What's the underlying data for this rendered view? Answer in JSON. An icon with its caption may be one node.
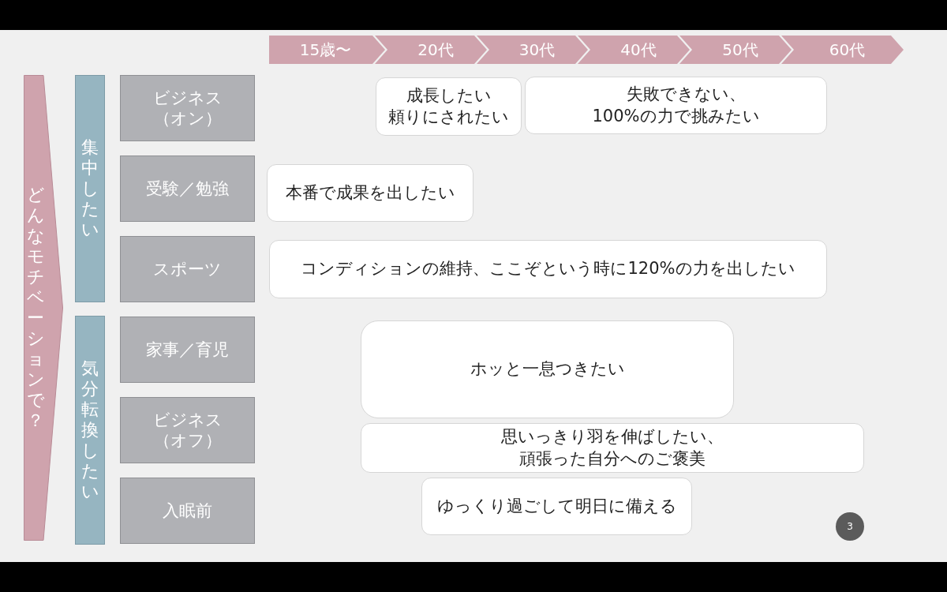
{
  "diagram": {
    "nodes": [
      {
        "text": [
          "15歳〜"
        ]
      },
      {
        "text": [
          "20代"
        ]
      },
      {
        "text": [
          "30代"
        ]
      },
      {
        "text": [
          "40代"
        ]
      },
      {
        "text": [
          "50代"
        ]
      },
      {
        "text": [
          "60代"
        ]
      },
      {
        "text": [
          "どんなモチベーションで？"
        ]
      },
      {
        "text": [
          "集中したい"
        ]
      },
      {
        "text": [
          "ビジネス（オン）"
        ]
      },
      {
        "text": [
          "受験／勉強"
        ]
      },
      {
        "text": [
          "スポーツ"
        ]
      },
      {
        "text": [
          "気分転換したい"
        ]
      },
      {
        "text": [
          "家事／育児"
        ]
      },
      {
        "text": [
          "ビジネス（オフ）"
        ]
      },
      {
        "text": [
          "入眠前"
        ]
      },
      {
        "text": [
          "成長したい",
          "頼りにされたい"
        ]
      },
      {
        "text": [
          "失敗できない、100%の力で挑みたい"
        ]
      },
      {
        "text": [
          "本番で成果を出したい"
        ]
      },
      {
        "text": [
          "コンディションの維持、ここぞという時に120%の力を出したい"
        ]
      },
      {
        "text": [
          "ホッと一息つきたい"
        ]
      },
      {
        "text": [
          "思いっきり羽を伸ばしたい、頑張った自分へのご褒美"
        ]
      },
      {
        "text": [
          "ゆっくり過ごして明日に備える"
        ]
      },
      {
        "text": [
          "3"
        ]
      }
    ]
  }
}
